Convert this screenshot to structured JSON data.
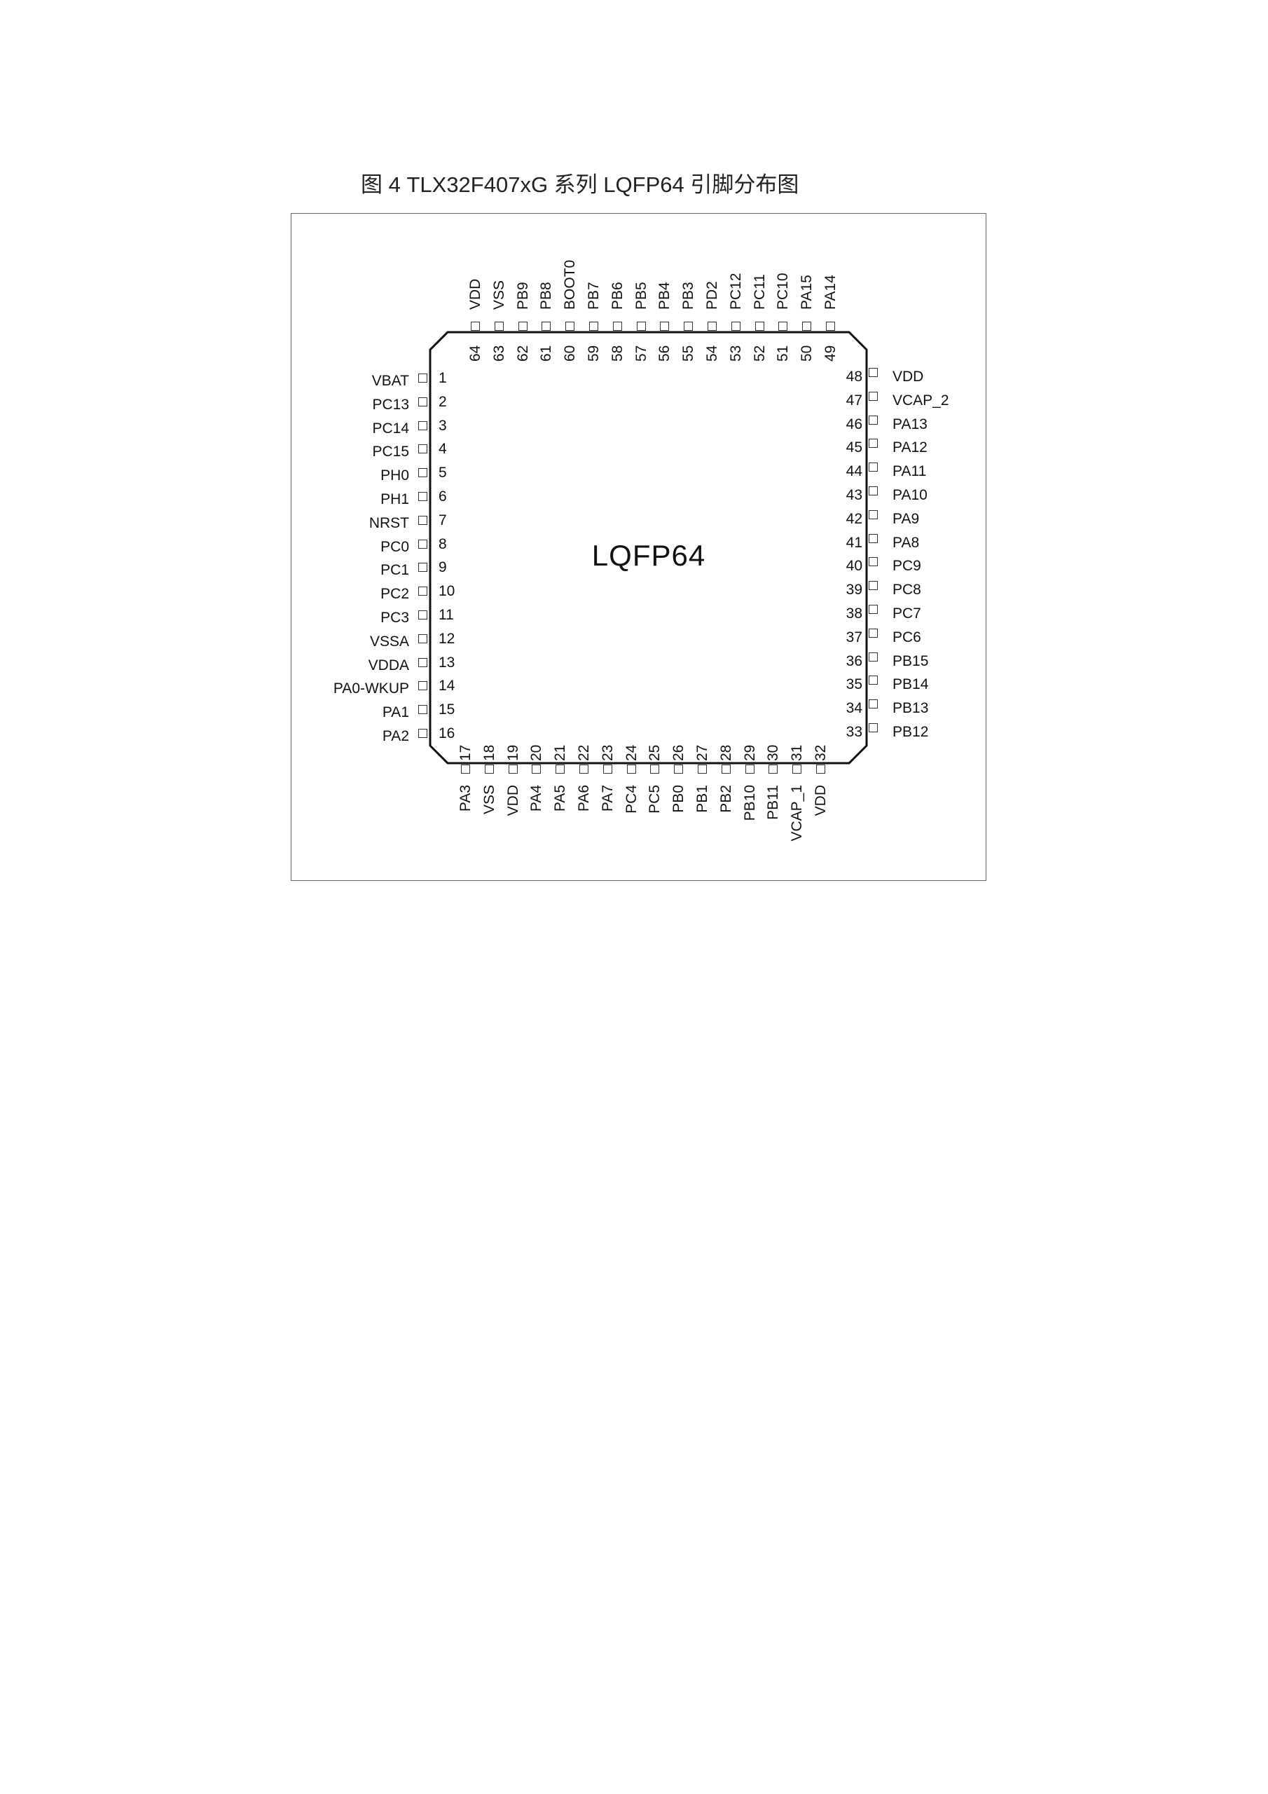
{
  "title": "图 4 TLX32F407xG 系列 LQFP64 引脚分布图",
  "package_label": "LQFP64",
  "pins": {
    "left": [
      {
        "num": "1",
        "name": "VBAT"
      },
      {
        "num": "2",
        "name": "PC13"
      },
      {
        "num": "3",
        "name": "PC14"
      },
      {
        "num": "4",
        "name": "PC15"
      },
      {
        "num": "5",
        "name": "PH0"
      },
      {
        "num": "6",
        "name": "PH1"
      },
      {
        "num": "7",
        "name": "NRST"
      },
      {
        "num": "8",
        "name": "PC0"
      },
      {
        "num": "9",
        "name": "PC1"
      },
      {
        "num": "10",
        "name": "PC2"
      },
      {
        "num": "11",
        "name": "PC3"
      },
      {
        "num": "12",
        "name": "VSSA"
      },
      {
        "num": "13",
        "name": "VDDA"
      },
      {
        "num": "14",
        "name": "PA0-WKUP"
      },
      {
        "num": "15",
        "name": "PA1"
      },
      {
        "num": "16",
        "name": "PA2"
      }
    ],
    "bottom": [
      {
        "num": "17",
        "name": "PA3"
      },
      {
        "num": "18",
        "name": "VSS"
      },
      {
        "num": "19",
        "name": "VDD"
      },
      {
        "num": "20",
        "name": "PA4"
      },
      {
        "num": "21",
        "name": "PA5"
      },
      {
        "num": "22",
        "name": "PA6"
      },
      {
        "num": "23",
        "name": "PA7"
      },
      {
        "num": "24",
        "name": "PC4"
      },
      {
        "num": "25",
        "name": "PC5"
      },
      {
        "num": "26",
        "name": "PB0"
      },
      {
        "num": "27",
        "name": "PB1"
      },
      {
        "num": "28",
        "name": "PB2"
      },
      {
        "num": "29",
        "name": "PB10"
      },
      {
        "num": "30",
        "name": "PB11"
      },
      {
        "num": "31",
        "name": "VCAP_1"
      },
      {
        "num": "32",
        "name": "VDD"
      }
    ],
    "right": [
      {
        "num": "48",
        "name": "VDD"
      },
      {
        "num": "47",
        "name": "VCAP_2"
      },
      {
        "num": "46",
        "name": "PA13"
      },
      {
        "num": "45",
        "name": "PA12"
      },
      {
        "num": "44",
        "name": "PA11"
      },
      {
        "num": "43",
        "name": "PA10"
      },
      {
        "num": "42",
        "name": "PA9"
      },
      {
        "num": "41",
        "name": "PA8"
      },
      {
        "num": "40",
        "name": "PC9"
      },
      {
        "num": "39",
        "name": "PC8"
      },
      {
        "num": "38",
        "name": "PC7"
      },
      {
        "num": "37",
        "name": "PC6"
      },
      {
        "num": "36",
        "name": "PB15"
      },
      {
        "num": "35",
        "name": "PB14"
      },
      {
        "num": "34",
        "name": "PB13"
      },
      {
        "num": "33",
        "name": "PB12"
      }
    ],
    "top": [
      {
        "num": "64",
        "name": "VDD"
      },
      {
        "num": "63",
        "name": "VSS"
      },
      {
        "num": "62",
        "name": "PB9"
      },
      {
        "num": "61",
        "name": "PB8"
      },
      {
        "num": "60",
        "name": "BOOT0"
      },
      {
        "num": "59",
        "name": "PB7"
      },
      {
        "num": "58",
        "name": "PB6"
      },
      {
        "num": "57",
        "name": "PB5"
      },
      {
        "num": "56",
        "name": "PB4"
      },
      {
        "num": "55",
        "name": "PB3"
      },
      {
        "num": "54",
        "name": "PD2"
      },
      {
        "num": "53",
        "name": "PC12"
      },
      {
        "num": "52",
        "name": "PC11"
      },
      {
        "num": "51",
        "name": "PC10"
      },
      {
        "num": "50",
        "name": "PA15"
      },
      {
        "num": "49",
        "name": "PA14"
      }
    ]
  }
}
